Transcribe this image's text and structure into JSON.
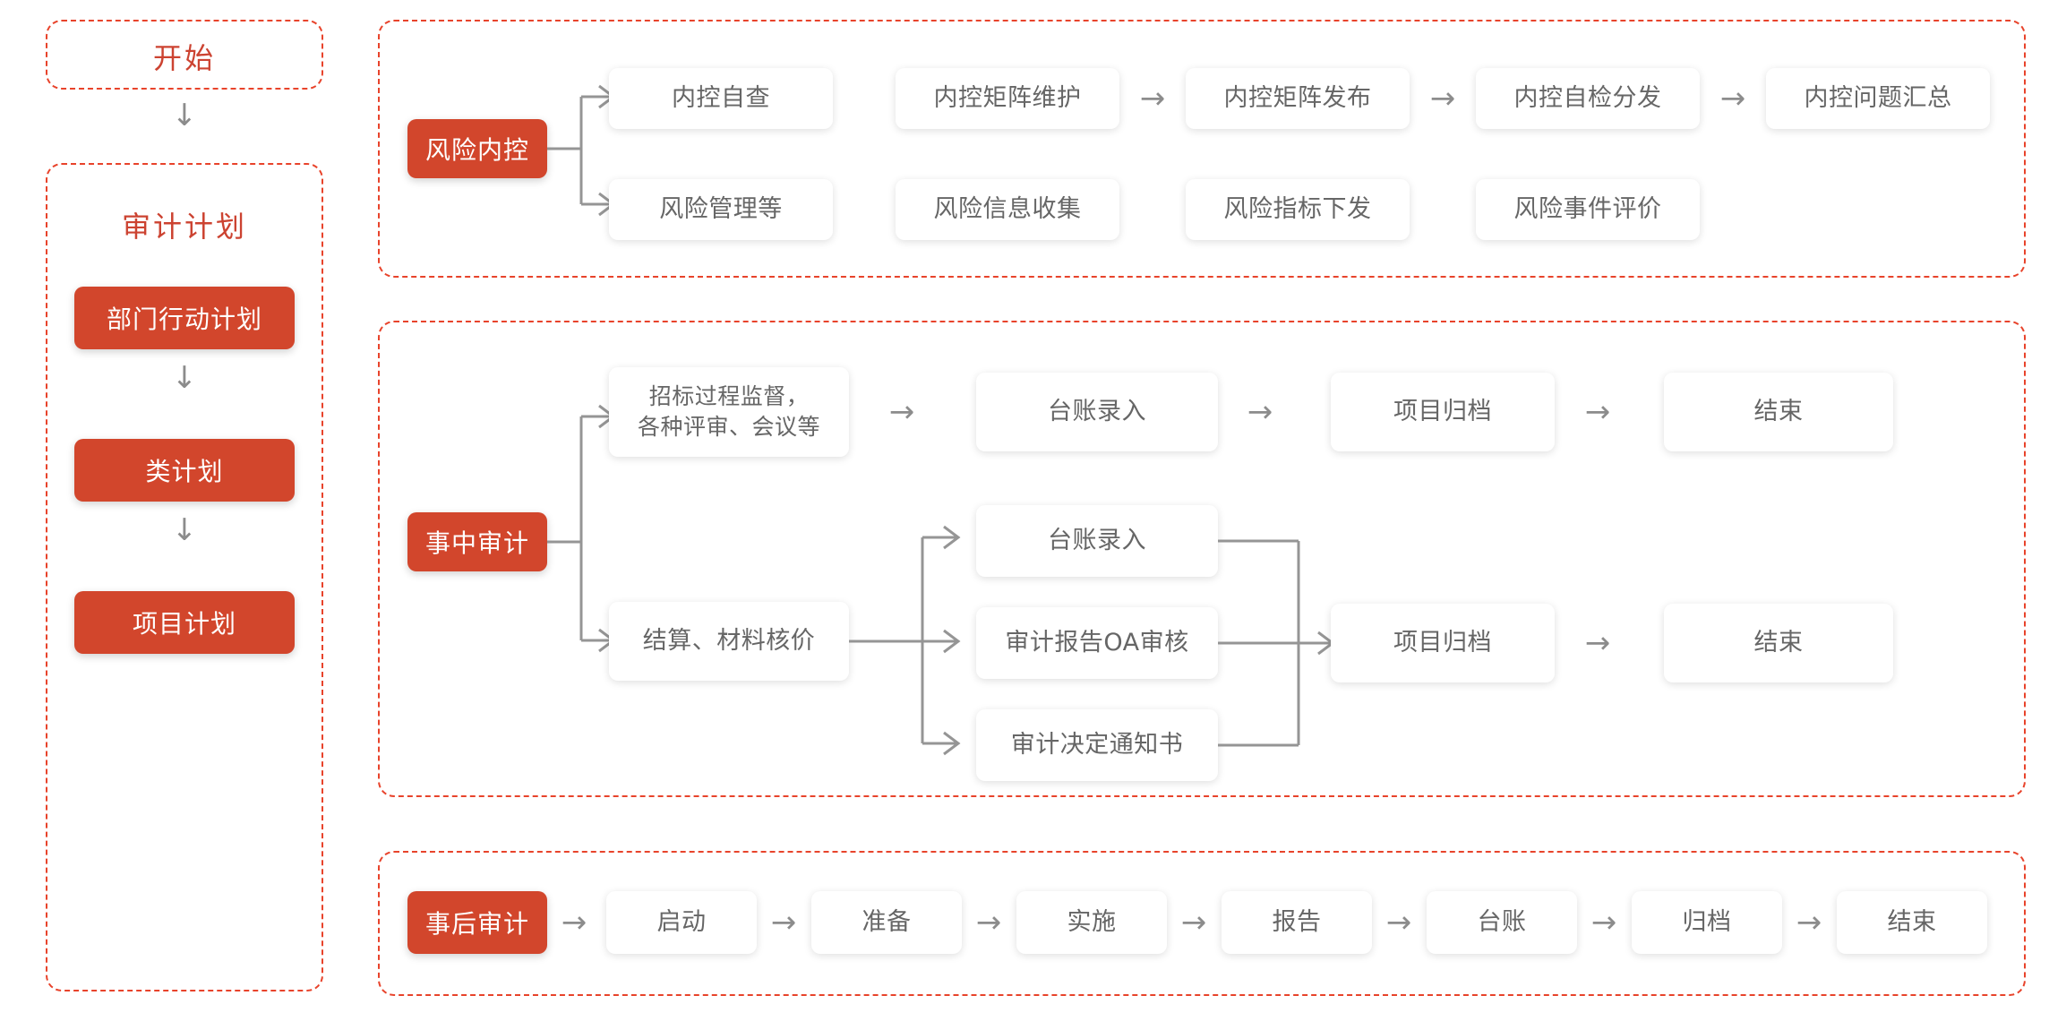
{
  "colors": {
    "brand_red": "#d2462c",
    "dashed_border": "#e8432b",
    "title_red": "#cc4331",
    "card_text": "#666666",
    "connector_gray": "#959595",
    "background": "#ffffff"
  },
  "sidebar": {
    "start_panel": {
      "label": "开始"
    },
    "arrow_down": "↓",
    "plan_panel": {
      "title": "审计计划",
      "steps": [
        {
          "label": "部门行动计划"
        },
        {
          "label": "类计划"
        },
        {
          "label": "项目计划"
        }
      ],
      "arrows": [
        "↓",
        "↓"
      ]
    }
  },
  "sections": [
    {
      "id": "risk-internal-control",
      "label": "风险内控",
      "rows": [
        {
          "id": "row-internal-control",
          "nodes": [
            "内控自查",
            "内控矩阵维护",
            "内控矩阵发布",
            "内控自检分发",
            "内控问题汇总"
          ],
          "arrows": [
            "",
            "→",
            "→",
            "→"
          ]
        },
        {
          "id": "row-risk-management",
          "nodes": [
            "风险管理等",
            "风险信息收集",
            "风险指标下发",
            "风险事件评价"
          ],
          "arrows": [
            "",
            "",
            ""
          ]
        }
      ]
    },
    {
      "id": "in-process-audit",
      "label": "事中审计",
      "branch_top": {
        "start": "招标过程监督，\n各种评审、会议等",
        "start_line1": "招标过程监督，",
        "start_line2": "各种评审、会议等",
        "chain": [
          "台账录入",
          "项目归档",
          "结束"
        ],
        "arrows": [
          "→",
          "→",
          "→"
        ]
      },
      "branch_bottom": {
        "start": "结算、材料核价",
        "fan": [
          "台账录入",
          "审计报告OA审核",
          "审计决定通知书"
        ],
        "merge_chain": [
          "项目归档",
          "结束"
        ],
        "arrows": [
          "→"
        ]
      }
    },
    {
      "id": "post-audit",
      "label": "事后审计",
      "nodes": [
        "启动",
        "准备",
        "实施",
        "报告",
        "台账",
        "归档",
        "结束"
      ],
      "arrows": [
        "→",
        "→",
        "→",
        "→",
        "→",
        "→",
        "→"
      ]
    }
  ]
}
